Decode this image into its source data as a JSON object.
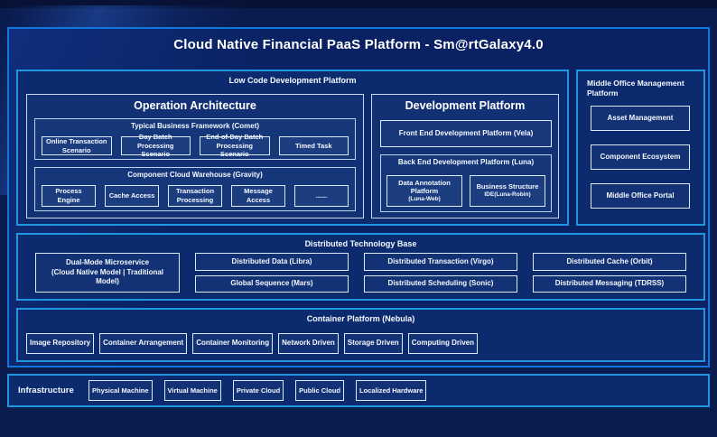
{
  "title": "Cloud Native Financial PaaS Platform - Sm@rtGalaxy4.0",
  "colors": {
    "page_background": "#0a1b4e",
    "panel_background": "#0a2263",
    "panel_border": "#1277dd",
    "section_background": "#0c2b6e",
    "section_border": "#2095e0",
    "box_border": "#dce9f7",
    "text": "#ffffff"
  },
  "low_code": {
    "label": "Low Code Development Platform",
    "operation_architecture": {
      "title": "Operation Architecture",
      "comet": {
        "label": "Typical Business Framework (Comet)",
        "items": [
          "Online Transaction Scenario",
          "Day Batch Processing Scenario",
          "End-of-Day Batch Processing Scenario",
          "Timed Task"
        ]
      },
      "gravity": {
        "label": "Component Cloud Warehouse (Gravity)",
        "items": [
          "Process Engine",
          "Cache Access",
          "Transaction Processing",
          "Message Access",
          "......"
        ]
      }
    },
    "development_platform": {
      "title": "Development Platform",
      "front_end_label": "Front End Development Platform (Vela)",
      "back_end": {
        "label": "Back End Development Platform (Luna)",
        "items": [
          {
            "name": "Data Annotation Platform",
            "sub": "(Luna-Web)"
          },
          {
            "name": "Business Structure",
            "sub": "IDE(Luna-Robin)"
          }
        ]
      }
    }
  },
  "middle_office": {
    "label": "Middle Office Management Platform",
    "items": [
      "Asset Management",
      "Component Ecosystem",
      "Middle Office Portal"
    ]
  },
  "distributed_base": {
    "label": "Distributed Technology Base",
    "dual_mode": {
      "line1": "Dual-Mode Microservice",
      "line2": "(Cloud Native Model | Traditional Model)"
    },
    "columns": [
      [
        "Distributed Data (Libra)",
        "Global Sequence (Mars)"
      ],
      [
        "Distributed Transaction (Virgo)",
        "Distributed Scheduling (Sonic)"
      ],
      [
        "Distributed Cache (Orbit)",
        "Distributed Messaging (TDRSS)"
      ]
    ]
  },
  "container_platform": {
    "label": "Container Platform (Nebula)",
    "items": [
      "Image Repository",
      "Container Arrangement",
      "Container Monitoring",
      "Network Driven",
      "Storage Driven",
      "Computing Driven"
    ]
  },
  "infrastructure": {
    "label": "Infrastructure",
    "items": [
      "Physical Machine",
      "Virtual Machine",
      "Private Cloud",
      "Public Cloud",
      "Localized Hardware"
    ]
  }
}
